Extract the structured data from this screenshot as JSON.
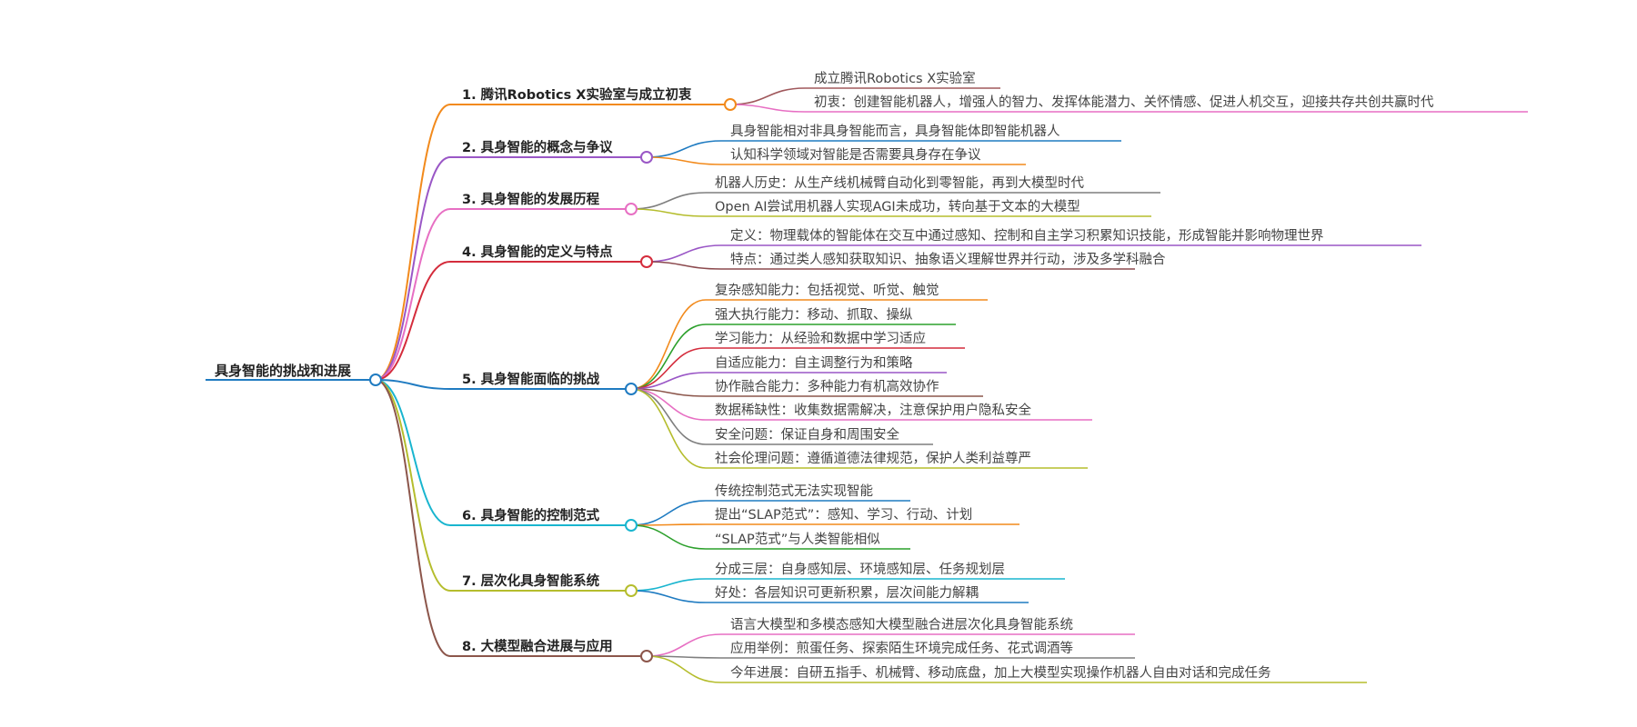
{
  "root": {
    "label": "具身智能的挑战和进展"
  },
  "branches": [
    {
      "label": "1. 腾讯Robotics X实验室与成立初衷",
      "color": "#f28a1c",
      "children": [
        {
          "label": "成立腾讯Robotics X实验室",
          "color": "#a0585c"
        },
        {
          "label": "初衷：创建智能机器人，增强人的智力、发挥体能潜力、关怀情感、促进人机交互，迎接共存共创共赢时代",
          "color": "#e76fc3"
        }
      ]
    },
    {
      "label": "2. 具身智能的概念与争议",
      "color": "#9a57c6",
      "children": [
        {
          "label": "具身智能相对非具身智能而言，具身智能体即智能机器人",
          "color": "#1f7bc1"
        },
        {
          "label": "认知科学领域对智能是否需要具身存在争议",
          "color": "#f28a1c"
        }
      ]
    },
    {
      "label": "3. 具身智能的发展历程",
      "color": "#e76fc3",
      "children": [
        {
          "label": "机器人历史：从生产线机械臂自动化到零智能，再到大模型时代",
          "color": "#7f7f7f"
        },
        {
          "label": "Open AI尝试用机器人实现AGI未成功，转向基于文本的大模型",
          "color": "#b5bd2d"
        }
      ]
    },
    {
      "label": "4. 具身智能的定义与特点",
      "color": "#d42c3c",
      "children": [
        {
          "label": "定义：物理载体的智能体在交互中通过感知、控制和自主学习积累知识技能，形成智能并影响物理世界",
          "color": "#9a57c6"
        },
        {
          "label": "特点：通过类人感知获取知识、抽象语义理解世界并行动，涉及多学科融合",
          "color": "#8c4a4e"
        }
      ]
    },
    {
      "label": "5. 具身智能面临的挑战",
      "color": "#1f7bc1",
      "children": [
        {
          "label": "复杂感知能力：包括视觉、听觉、触觉",
          "color": "#f28a1c"
        },
        {
          "label": "强大执行能力：移动、抓取、操纵",
          "color": "#2ca02c"
        },
        {
          "label": "学习能力：从经验和数据中学习适应",
          "color": "#d42c3c"
        },
        {
          "label": "自适应能力：自主调整行为和策略",
          "color": "#9a57c6"
        },
        {
          "label": "协作融合能力：多种能力有机高效协作",
          "color": "#8c564b"
        },
        {
          "label": "数据稀缺性：收集数据需解决，注意保护用户隐私安全",
          "color": "#e76fc3"
        },
        {
          "label": "安全问题：保证自身和周围安全",
          "color": "#7f7f7f"
        },
        {
          "label": "社会伦理问题：遵循道德法律规范，保护人类利益尊严",
          "color": "#b5bd2d"
        }
      ]
    },
    {
      "label": "6. 具身智能的控制范式",
      "color": "#19b5cf",
      "children": [
        {
          "label": "传统控制范式无法实现智能",
          "color": "#1f7bc1"
        },
        {
          "label": "提出“SLAP范式”：感知、学习、行动、计划",
          "color": "#f28a1c"
        },
        {
          "label": "“SLAP范式”与人类智能相似",
          "color": "#2ca02c"
        }
      ]
    },
    {
      "label": "7. 层次化具身智能系统",
      "color": "#b5bd2d",
      "children": [
        {
          "label": "分成三层：自身感知层、环境感知层、任务规划层",
          "color": "#19b5cf"
        },
        {
          "label": "好处：各层知识可更新积累，层次间能力解耦",
          "color": "#1f7bc1"
        }
      ]
    },
    {
      "label": "8. 大模型融合进展与应用",
      "color": "#8c564b",
      "children": [
        {
          "label": "语言大模型和多模态感知大模型融合进层次化具身智能系统",
          "color": "#e76fc3"
        },
        {
          "label": "应用举例：煎蛋任务、探索陌生环境完成任务、花式调酒等",
          "color": "#7f7f7f"
        },
        {
          "label": "今年进展：自研五指手、机械臂、移动底盘，加上大模型实现操作机器人自由对话和完成任务",
          "color": "#b5bd2d"
        }
      ]
    }
  ]
}
